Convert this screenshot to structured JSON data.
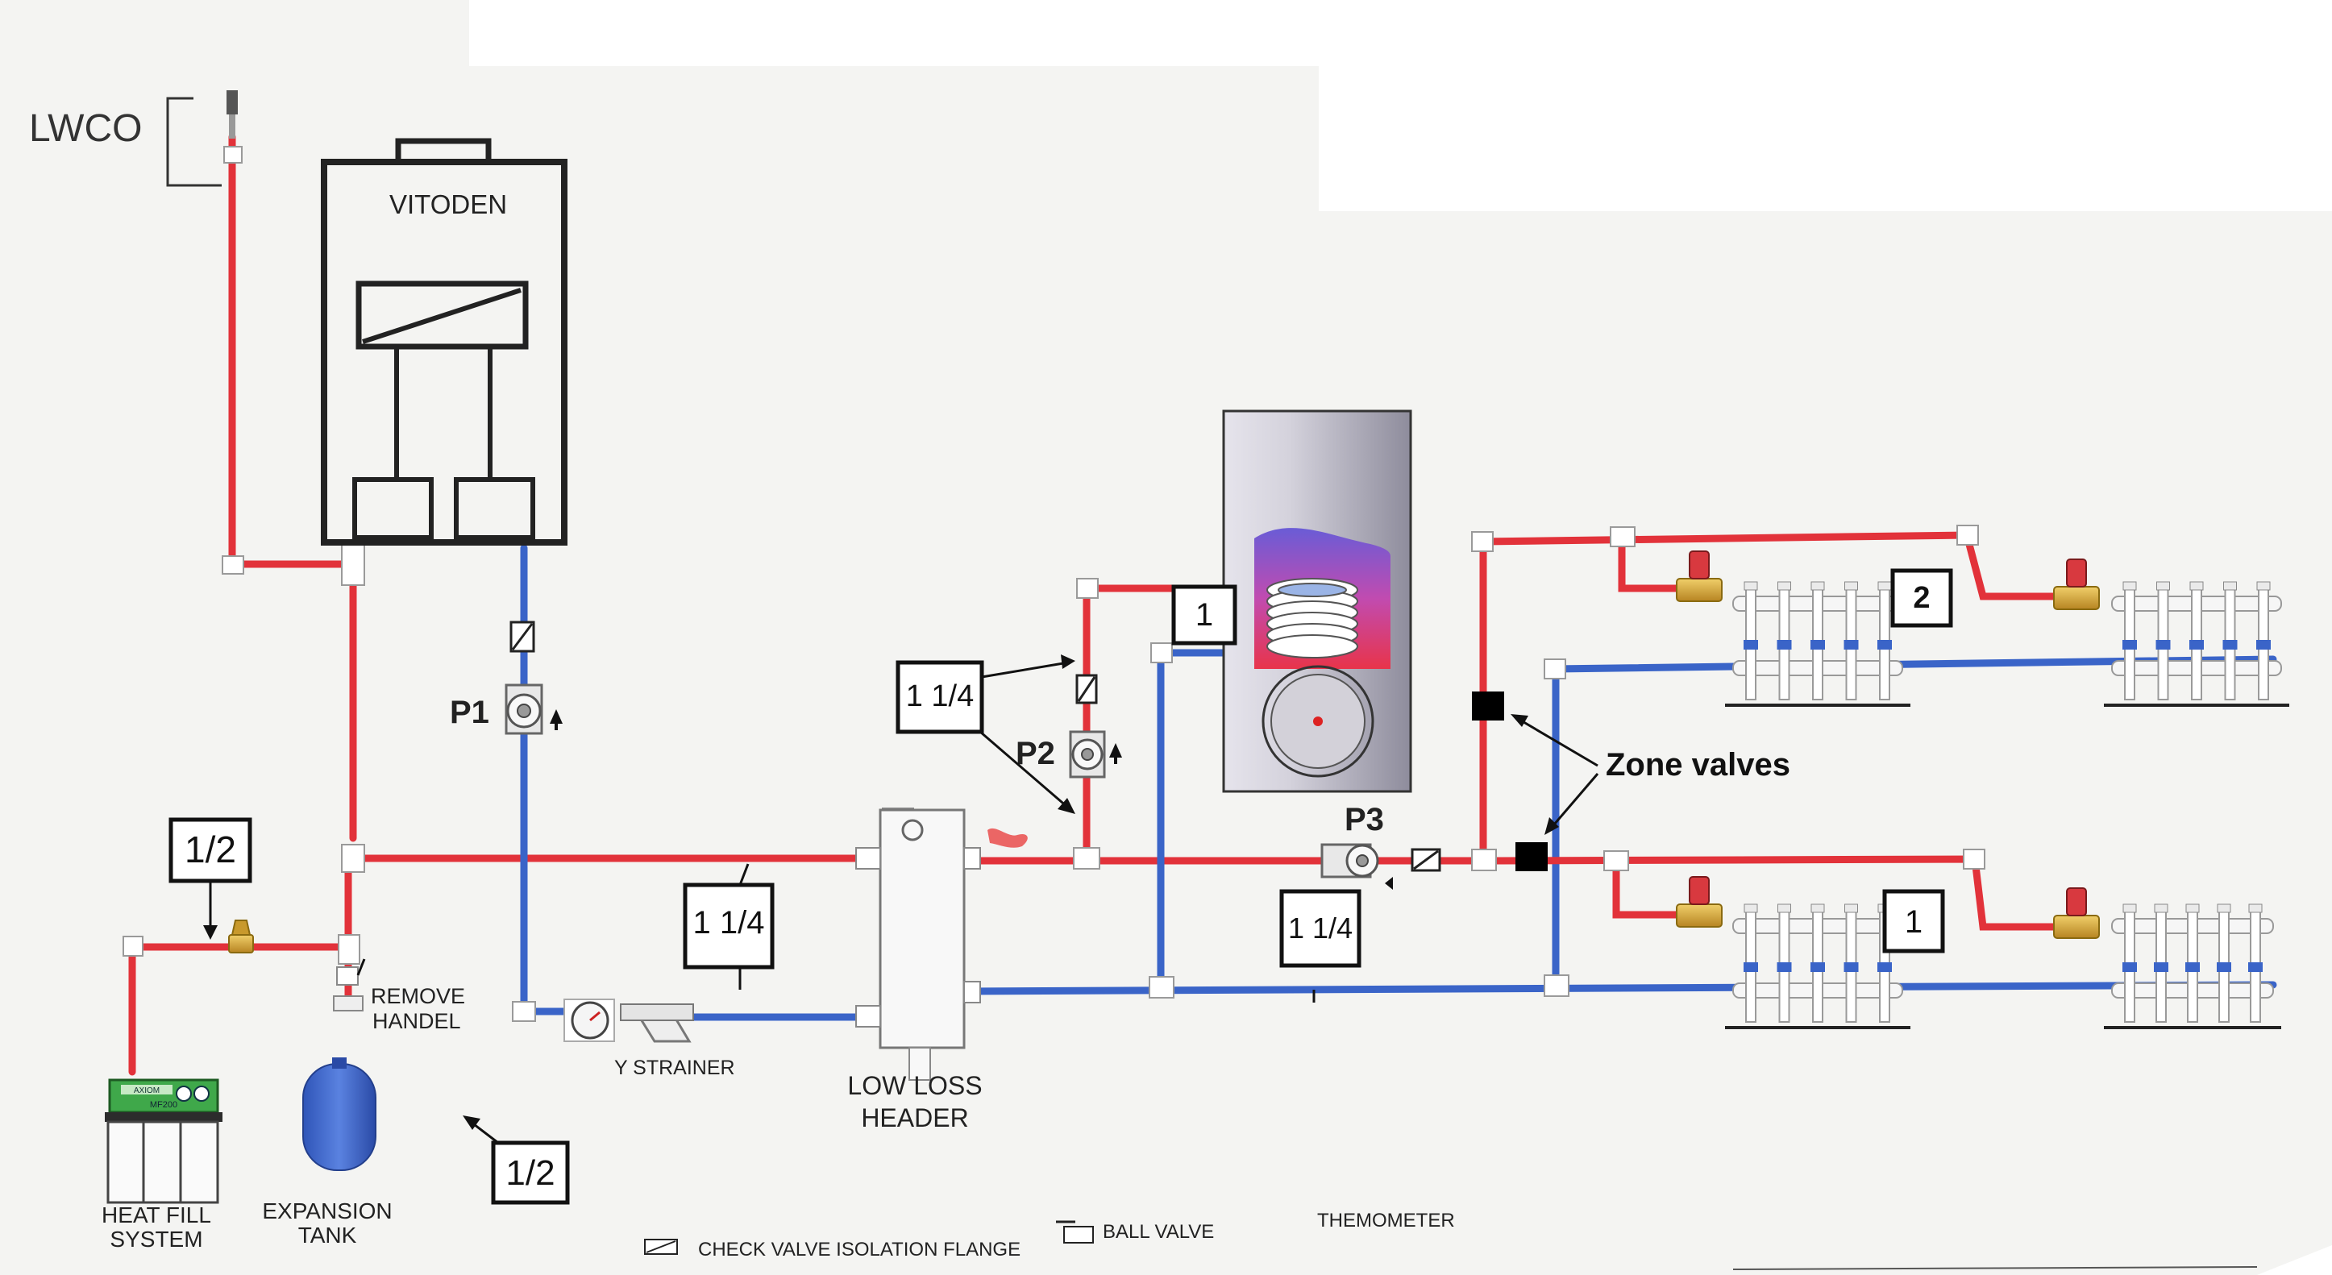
{
  "labels": {
    "lwco": "LWCO",
    "boiler": "VITODEN",
    "p1": "P1",
    "p2": "P2",
    "p3": "P3",
    "zone_valves": "Zone valves",
    "remove_handle": [
      "REMOVE",
      "HANDEL"
    ],
    "y_strainer": "Y STRAINER",
    "low_loss_header": [
      "LOW LOSS",
      "HEADER"
    ],
    "heat_fill": [
      "HEAT FILL",
      "SYSTEM"
    ],
    "expansion_tank": [
      "EXPANSION",
      "TANK"
    ],
    "fill_unit_brand": "AXIOM",
    "fill_unit_model": "MF200"
  },
  "pipe_sizes": {
    "fill_line": "1/2",
    "expansion_line": "1/2",
    "primary_supply": "1 1/4",
    "indirect_loop": "1 1/4",
    "zone_main": "1 1/4",
    "indirect_tank": "1"
  },
  "manifolds": {
    "upper_zone": "2",
    "lower_zone": "1"
  },
  "legend": {
    "check_valve": "CHECK VALVE ISOLATION FLANGE",
    "ball_valve": "BALL VALVE",
    "thermometer": "THEMOMETER"
  },
  "colors": {
    "supply": "#e2323a",
    "return": "#3a64c8",
    "ink": "#1a1a1a",
    "paper": "#f4f4f2",
    "tank_coil": "#c23c8e",
    "valve_brass": "#d9a63a"
  }
}
